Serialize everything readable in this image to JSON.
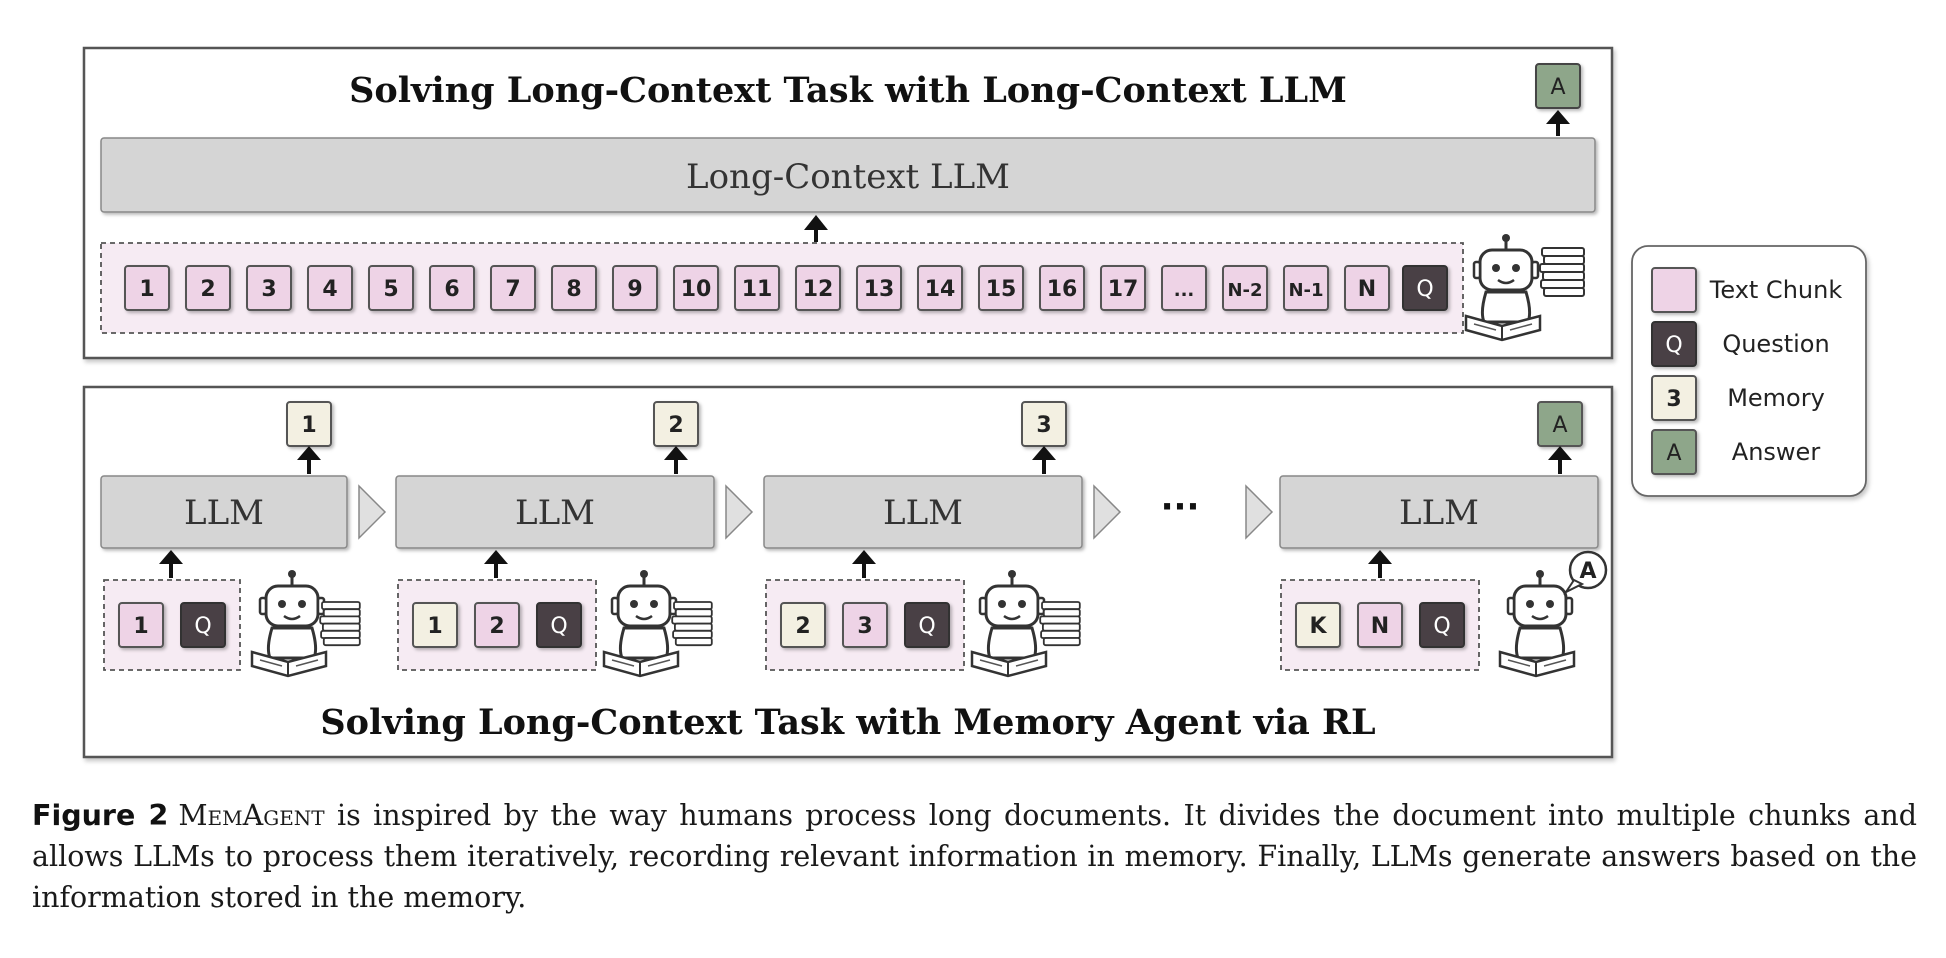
{
  "top_panel": {
    "title": "Solving Long-Context Task with Long-Context LLM",
    "model_label": "Long-Context LLM",
    "answer_label": "A",
    "chunks": [
      "1",
      "2",
      "3",
      "4",
      "5",
      "6",
      "7",
      "8",
      "9",
      "10",
      "11",
      "12",
      "13",
      "14",
      "15",
      "16",
      "17",
      "...",
      "N-2",
      "N-1",
      "N"
    ],
    "question_label": "Q"
  },
  "bottom_panel": {
    "title": "Solving Long-Context Task with Memory Agent via RL",
    "ellipsis": "···",
    "steps": [
      {
        "llm_label": "LLM",
        "output": "1",
        "output_type": "memory",
        "inputs": [
          {
            "label": "1",
            "type": "chunk"
          },
          {
            "label": "Q",
            "type": "question"
          }
        ]
      },
      {
        "llm_label": "LLM",
        "output": "2",
        "output_type": "memory",
        "inputs": [
          {
            "label": "1",
            "type": "memory"
          },
          {
            "label": "2",
            "type": "chunk"
          },
          {
            "label": "Q",
            "type": "question"
          }
        ]
      },
      {
        "llm_label": "LLM",
        "output": "3",
        "output_type": "memory",
        "inputs": [
          {
            "label": "2",
            "type": "memory"
          },
          {
            "label": "3",
            "type": "chunk"
          },
          {
            "label": "Q",
            "type": "question"
          }
        ]
      },
      {
        "llm_label": "LLM",
        "output": "A",
        "output_type": "answer",
        "inputs": [
          {
            "label": "K",
            "type": "memory"
          },
          {
            "label": "N",
            "type": "chunk"
          },
          {
            "label": "Q",
            "type": "question"
          }
        ]
      }
    ],
    "speech_bubble": "A"
  },
  "legend": {
    "items": [
      {
        "swatch": "",
        "type": "chunk",
        "label": "Text Chunk"
      },
      {
        "swatch": "Q",
        "type": "question",
        "label": "Question"
      },
      {
        "swatch": "3",
        "type": "memory",
        "label": "Memory"
      },
      {
        "swatch": "A",
        "type": "answer",
        "label": "Answer"
      }
    ]
  },
  "caption": {
    "figure_label": "Figure 2",
    "name": "MemAgent",
    "text": " is inspired by the way humans process long documents. It divides the document into multiple chunks and allows LLMs to process them iteratively, recording relevant information in memory. Finally, LLMs generate answers based on the information stored in the memory."
  },
  "colors": {
    "chunk": "#eed3e6",
    "question": "#4a4044",
    "memory": "#f3f0e2",
    "answer": "#8ea68a",
    "llm_box": "#d5d5d5",
    "panel_border": "#555555"
  }
}
